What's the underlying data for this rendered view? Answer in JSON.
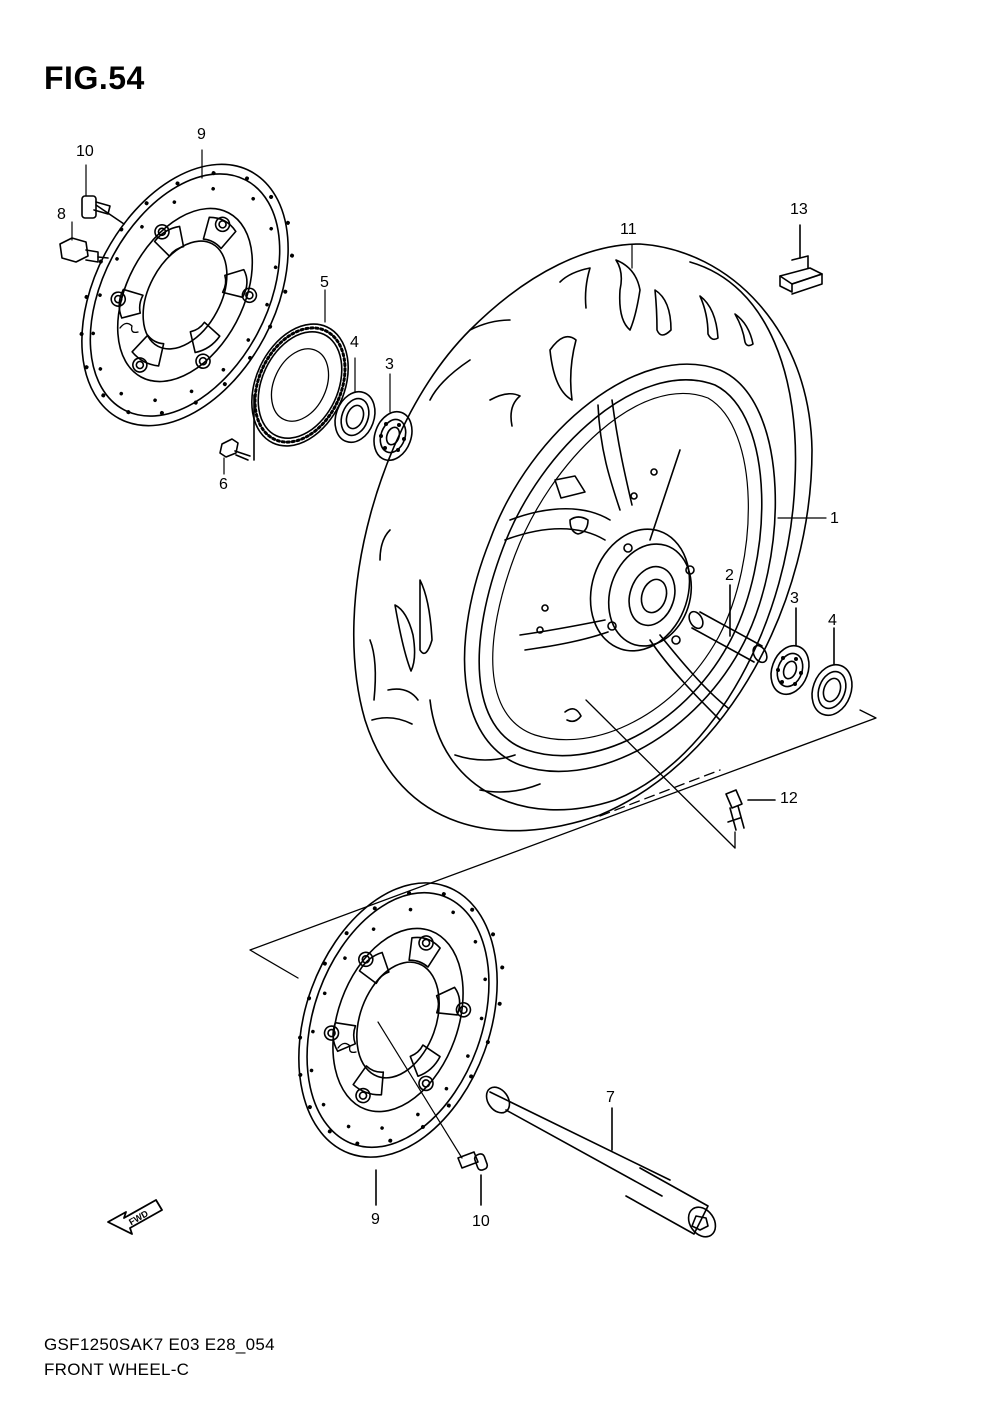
{
  "figure": {
    "title": "FIG.54",
    "footer": {
      "line1": "GSF1250SAK7 E03 E28_054",
      "line2": "FRONT WHEEL-C"
    },
    "fwd_label": "FWD"
  },
  "callouts": {
    "c10a": "10",
    "c9a": "9",
    "c8": "8",
    "c5": "5",
    "c4a": "4",
    "c3a": "3",
    "c6": "6",
    "c11": "11",
    "c13": "13",
    "c1": "1",
    "c2": "2",
    "c3b": "3",
    "c4b": "4",
    "c12": "12",
    "c7": "7",
    "c9b": "9",
    "c10b": "10"
  }
}
